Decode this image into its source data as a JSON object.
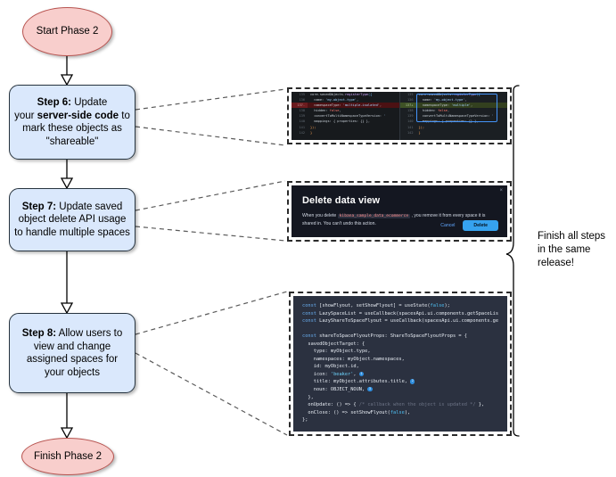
{
  "flow": {
    "start": {
      "label": "Start Phase 2",
      "fill": "#f8cecc",
      "stroke": "#b85450"
    },
    "end": {
      "label": "Finish Phase 2",
      "fill": "#f8cecc",
      "stroke": "#b85450"
    },
    "steps": [
      {
        "id": "step6",
        "prefix": "Step 6:",
        "line1_rest": " Update",
        "line2_pre": "your ",
        "line2_bold": "server-side code",
        "line2_post": " to",
        "line3": "mark these objects as",
        "line4": "\"shareable\"",
        "fill": "#dae8fc",
        "stroke": "#27343f"
      },
      {
        "id": "step7",
        "prefix": "Step 7:",
        "line1_rest": " Update saved",
        "line2": "object delete API usage",
        "line3": "to handle multiple spaces",
        "fill": "#dae8fc",
        "stroke": "#27343f"
      },
      {
        "id": "step8",
        "prefix": "Step 8:",
        "line1_rest": " Allow users to",
        "line2": "view and change",
        "line3": "assigned spaces for",
        "line4": "your objects",
        "fill": "#dae8fc",
        "stroke": "#27343f"
      }
    ]
  },
  "annotation": {
    "line1": "Finish all steps",
    "line2": "in the same",
    "line3": "release!"
  },
  "diff_screenshot": {
    "left": [
      {
        "num": "135",
        "marker": "",
        "kind": "ctx",
        "tokens": [
          {
            "t": "core",
            "c": "pl"
          },
          {
            "t": ".",
            "c": "pl"
          },
          {
            "t": "savedObjects",
            "c": "pl"
          },
          {
            "t": ".",
            "c": "pl"
          },
          {
            "t": "registerType",
            "c": "f"
          },
          {
            "t": "({",
            "c": "p"
          }
        ]
      },
      {
        "num": "136",
        "marker": "",
        "kind": "ctx",
        "tokens": [
          {
            "t": "  name: ",
            "c": "pl"
          },
          {
            "t": "'my-object-type'",
            "c": "s"
          },
          {
            "t": ",",
            "c": "pl"
          }
        ]
      },
      {
        "num": "137",
        "marker": "-",
        "kind": "del",
        "tokens": [
          {
            "t": "  namespaceType: ",
            "c": "pl"
          },
          {
            "t": "'multiple-isolated'",
            "c": "s"
          },
          {
            "t": ",",
            "c": "pl"
          }
        ]
      },
      {
        "num": "138",
        "marker": "",
        "kind": "ctx",
        "tokens": [
          {
            "t": "  hidden: ",
            "c": "pl"
          },
          {
            "t": "false",
            "c": "k"
          },
          {
            "t": ",",
            "c": "pl"
          }
        ]
      },
      {
        "num": "139",
        "marker": "",
        "kind": "ctx",
        "tokens": [
          {
            "t": "  convertToMultiNamespaceTypeVersion: ",
            "c": "pl"
          },
          {
            "t": "'",
            "c": "s"
          }
        ]
      },
      {
        "num": "140",
        "marker": "",
        "kind": "ctx",
        "tokens": [
          {
            "t": "  mappings: { properties: {} },",
            "c": "pl"
          }
        ]
      },
      {
        "num": "141",
        "marker": "",
        "kind": "ctx",
        "tokens": [
          {
            "t": "});",
            "c": "n"
          }
        ]
      },
      {
        "num": "142",
        "marker": "",
        "kind": "ctx",
        "tokens": [
          {
            "t": "}",
            "c": "n"
          }
        ]
      }
    ],
    "right": [
      {
        "num": "135",
        "marker": "",
        "kind": "ctx",
        "tokens": [
          {
            "t": "core",
            "c": "pl"
          },
          {
            "t": ".",
            "c": "pl"
          },
          {
            "t": "savedObjects",
            "c": "pl"
          },
          {
            "t": ".",
            "c": "pl"
          },
          {
            "t": "registerType",
            "c": "f"
          },
          {
            "t": "({",
            "c": "p"
          }
        ]
      },
      {
        "num": "136",
        "marker": "",
        "kind": "ctx",
        "tokens": [
          {
            "t": "  name: ",
            "c": "pl"
          },
          {
            "t": "'my-object-type'",
            "c": "s"
          },
          {
            "t": ",",
            "c": "pl"
          }
        ]
      },
      {
        "num": "137",
        "marker": "+",
        "kind": "add",
        "tokens": [
          {
            "t": "  namespaceType: ",
            "c": "pl"
          },
          {
            "t": "'multiple'",
            "c": "s"
          },
          {
            "t": ",",
            "c": "pl"
          }
        ]
      },
      {
        "num": "138",
        "marker": "",
        "kind": "ctx",
        "tokens": [
          {
            "t": "  hidden: ",
            "c": "pl"
          },
          {
            "t": "false",
            "c": "k"
          },
          {
            "t": ",",
            "c": "pl"
          }
        ]
      },
      {
        "num": "139",
        "marker": "",
        "kind": "ctx",
        "tokens": [
          {
            "t": "  convertToMultiNamespaceTypeVersion: ",
            "c": "pl"
          },
          {
            "t": "'",
            "c": "s"
          }
        ]
      },
      {
        "num": "140",
        "marker": "",
        "kind": "ctx",
        "tokens": [
          {
            "t": "  mappings: { properties: {} },",
            "c": "pl"
          }
        ]
      },
      {
        "num": "141",
        "marker": "",
        "kind": "ctx",
        "tokens": [
          {
            "t": "});",
            "c": "n"
          }
        ]
      },
      {
        "num": "142",
        "marker": "",
        "kind": "ctx",
        "tokens": [
          {
            "t": "}",
            "c": "n"
          }
        ]
      }
    ]
  },
  "delete_modal": {
    "title": "Delete data view",
    "close_label": "×",
    "body_pre": "When you delete ",
    "body_chip": "kibana_sample_data_ecommerce",
    "body_post": " , you remove it from every space it is shared in. You can't undo this action.",
    "cancel_label": "Cancel",
    "delete_label": "Delete",
    "accent": "#36a2ef"
  },
  "flyout_code": {
    "lines": [
      [
        {
          "t": "const ",
          "c": "k2"
        },
        {
          "t": "[showFlyout, setShowFlyout] = useState(",
          "c": "fn"
        },
        {
          "t": "false",
          "c": "bool"
        },
        {
          "t": ");",
          "c": "fn"
        }
      ],
      [
        {
          "t": "const ",
          "c": "k2"
        },
        {
          "t": "LazySpaceList = useCallback(spacesApi.ui.components.getSpaceLis",
          "c": "fn"
        }
      ],
      [
        {
          "t": "const ",
          "c": "k2"
        },
        {
          "t": "LazyShareToSpaceFlyout = useCallback(spacesApi.ui.components.ge",
          "c": "fn"
        }
      ],
      [],
      [
        {
          "t": "const ",
          "c": "k2"
        },
        {
          "t": "shareToSpaceFlyoutProps: ShareToSpaceFlyoutProps = {",
          "c": "fn"
        }
      ],
      [
        {
          "t": "  savedObjectTarget: {",
          "c": "fn"
        }
      ],
      [
        {
          "t": "    type: myObject.type,",
          "c": "fn"
        }
      ],
      [
        {
          "t": "    namespaces: myObject.namespaces,",
          "c": "fn"
        }
      ],
      [
        {
          "t": "    id: myObject.id,",
          "c": "fn"
        }
      ],
      [
        {
          "t": "    icon: ",
          "c": "fn"
        },
        {
          "t": "'beaker'",
          "c": "str"
        },
        {
          "t": ", ",
          "c": "fn"
        },
        {
          "t": "1",
          "c": "badge"
        }
      ],
      [
        {
          "t": "    title: myObject.attributes.title, ",
          "c": "fn"
        },
        {
          "t": "2",
          "c": "badge"
        }
      ],
      [
        {
          "t": "    noun: OBJECT_NOUN, ",
          "c": "fn"
        },
        {
          "t": "3",
          "c": "badge"
        }
      ],
      [
        {
          "t": "  },",
          "c": "fn"
        }
      ],
      [
        {
          "t": "  onUpdate: () => { ",
          "c": "fn"
        },
        {
          "t": "/* callback when the object is updated */",
          "c": "cmt"
        },
        {
          "t": " },",
          "c": "fn"
        }
      ],
      [
        {
          "t": "  onClose: () => setShowFlyout(",
          "c": "fn"
        },
        {
          "t": "false",
          "c": "bool"
        },
        {
          "t": "),",
          "c": "fn"
        }
      ],
      [
        {
          "t": "};",
          "c": "fn"
        }
      ]
    ]
  }
}
